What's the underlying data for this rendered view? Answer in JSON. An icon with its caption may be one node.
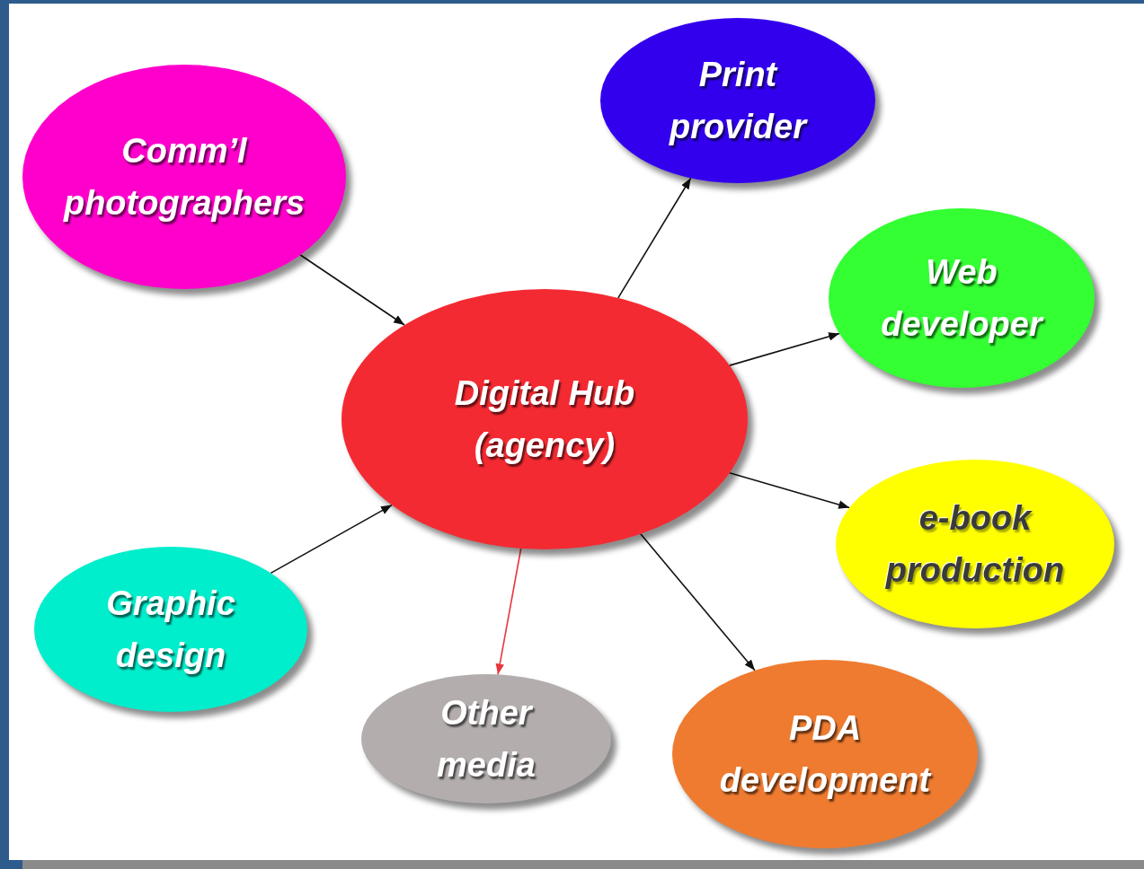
{
  "diagram": {
    "nodes": [
      {
        "text": [
          "Print provider"
        ]
      },
      {
        "text": [
          "Comm’l photographers"
        ]
      },
      {
        "text": [
          "Web developer"
        ]
      },
      {
        "text": [
          "Digital Hub (agency)"
        ]
      },
      {
        "text": [
          "e-book production"
        ]
      },
      {
        "text": [
          "Graphic design"
        ]
      },
      {
        "text": [
          "PDA development"
        ]
      },
      {
        "text": [
          "Other media"
        ]
      }
    ],
    "edges": [
      {
        "from": 1,
        "to": 3,
        "arrow": "to"
      },
      {
        "from": 3,
        "to": 0,
        "arrow": "to"
      },
      {
        "from": 3,
        "to": 2,
        "arrow": "to"
      },
      {
        "from": 3,
        "to": 4,
        "arrow": "to"
      },
      {
        "from": 5,
        "to": 3,
        "arrow": "to"
      },
      {
        "from": 3,
        "to": 7,
        "arrow": "to",
        "color": "#e8373c"
      },
      {
        "from": 3,
        "to": 6,
        "arrow": "to"
      }
    ]
  }
}
